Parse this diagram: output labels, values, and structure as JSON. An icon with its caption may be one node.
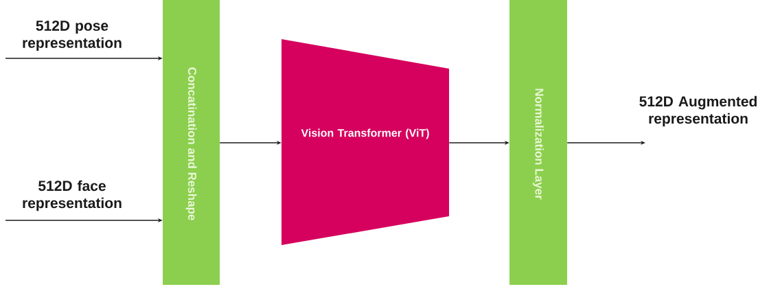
{
  "diagram": {
    "nodes": [
      {
        "text": [
          "Concatination and Reshape"
        ]
      },
      {
        "text": [
          "Vision Transformer (ViT)"
        ]
      },
      {
        "text": [
          "Normalization Layer"
        ]
      }
    ],
    "edges": [
      {
        "from": null,
        "to": 0,
        "arrow": "to",
        "label": "512D pose representation"
      },
      {
        "from": null,
        "to": 0,
        "arrow": "to",
        "label": "512D face representation"
      },
      {
        "from": 0,
        "to": 1,
        "arrow": "to"
      },
      {
        "from": 1,
        "to": 2,
        "arrow": "to"
      },
      {
        "from": 2,
        "to": null,
        "arrow": "to",
        "label": "512D Augmented representation"
      }
    ]
  }
}
